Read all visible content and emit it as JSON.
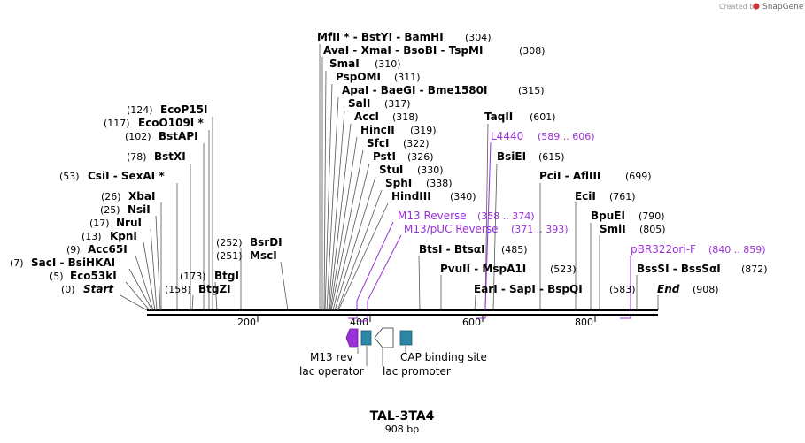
{
  "credit": {
    "prefix": "Created by",
    "brand": "SnapGene"
  },
  "map": {
    "title": "TAL-3TA4",
    "subtitle": "908 bp",
    "ticks": [
      {
        "label": "200"
      },
      {
        "label": "400"
      },
      {
        "label": "600"
      },
      {
        "label": "800"
      }
    ],
    "colors": {
      "feature": "#9b30d9",
      "operator": "#2e86a6",
      "promoter": "#ffffff",
      "m13rev": "#9b30d9"
    }
  },
  "sites": [
    {
      "text": "MfII * - BstYI - BamHI",
      "num": "(304)"
    },
    {
      "text": "AvaI - XmaI - BsoBI - TspMI",
      "num": "(308)"
    },
    {
      "text": "SmaI",
      "num": "(310)"
    },
    {
      "text": "PspOMI",
      "num": "(311)"
    },
    {
      "text": "ApaI - BaeGI - Bme1580I",
      "num": "(315)"
    },
    {
      "text": "SalI",
      "num": "(317)"
    },
    {
      "text": "AccI",
      "num": "(318)"
    },
    {
      "text": "HincII",
      "num": "(319)"
    },
    {
      "text": "SfcI",
      "num": "(322)"
    },
    {
      "text": "PstI",
      "num": "(326)"
    },
    {
      "text": "StuI",
      "num": "(330)"
    },
    {
      "text": "SphI",
      "num": "(338)"
    },
    {
      "text": "HindIII",
      "num": "(340)"
    },
    {
      "text": "EcoP15I",
      "num": "(124)"
    },
    {
      "text": "EcoO109I *",
      "num": "(117)"
    },
    {
      "text": "BstAPI",
      "num": "(102)"
    },
    {
      "text": "BstXI",
      "num": "(78)"
    },
    {
      "text": "CsiI - SexAI *",
      "num": "(53)"
    },
    {
      "text": "XbaI",
      "num": "(26)"
    },
    {
      "text": "NsiI",
      "num": "(25)"
    },
    {
      "text": "NruI",
      "num": "(17)"
    },
    {
      "text": "KpnI",
      "num": "(13)"
    },
    {
      "text": "Acc65I",
      "num": "(9)"
    },
    {
      "text": "SacI - BsiHKAI",
      "num": "(7)"
    },
    {
      "text": "Eco53kI",
      "num": "(5)"
    },
    {
      "text": "Start",
      "num": "(0)"
    },
    {
      "text": "BtgZI",
      "num": "(158)"
    },
    {
      "text": "BtgI",
      "num": "(173)"
    },
    {
      "text": "BsrDI",
      "num": "(252)"
    },
    {
      "text": "MscI",
      "num": "(251)"
    },
    {
      "text": "TaqII",
      "num": "(601)"
    },
    {
      "text": "BsiEI",
      "num": "(615)"
    },
    {
      "text": "PciI - AflIII",
      "num": "(699)"
    },
    {
      "text": "EciI",
      "num": "(761)"
    },
    {
      "text": "BpuEI",
      "num": "(790)"
    },
    {
      "text": "SmlI",
      "num": "(805)"
    },
    {
      "text": "BtsI - BtsαI",
      "num": "(485)"
    },
    {
      "text": "PvuII - MspA1I",
      "num": "(523)"
    },
    {
      "text": "EarI - SapI - BspQI",
      "num": "(583)"
    },
    {
      "text": "BssSI - BssSαI",
      "num": "(872)"
    },
    {
      "text": "End",
      "num": "(908)"
    }
  ],
  "features": [
    {
      "text": "L4440",
      "range": "(589 .. 606)"
    },
    {
      "text": "M13 Reverse",
      "range": "(358 .. 374)"
    },
    {
      "text": "M13/pUC Reverse",
      "range": "(371 .. 393)"
    },
    {
      "text": "pBR322ori-F",
      "range": "(840 .. 859)"
    }
  ],
  "bottom_features": [
    {
      "text": "M13 rev"
    },
    {
      "text": "lac operator"
    },
    {
      "text": "CAP binding site"
    },
    {
      "text": "lac promoter"
    }
  ]
}
